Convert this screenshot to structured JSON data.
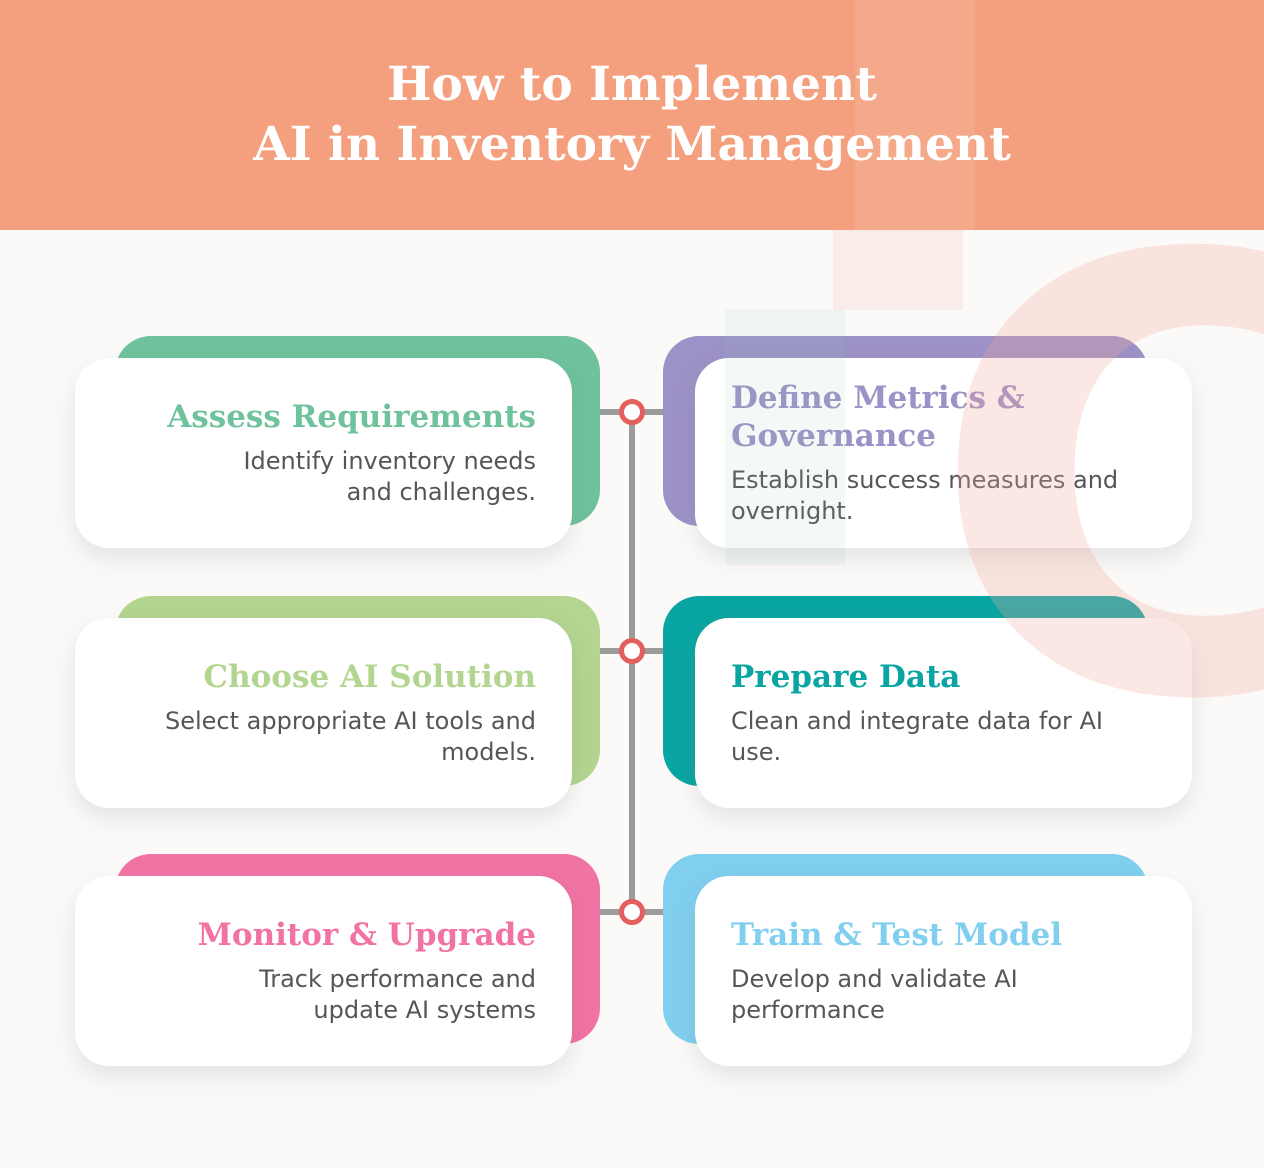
{
  "header": {
    "title_line1": "How to Implement",
    "title_line2": "AI in Inventory Management",
    "bg": "#F4A07E"
  },
  "steps": [
    {
      "title": "Assess Requirements",
      "description": "Identify inventory needs and challenges.",
      "accent": "#6EC29C",
      "side": "left"
    },
    {
      "title": "Define Metrics & Governance",
      "description": "Establish success measures and overnight.",
      "accent": "#9D92C7",
      "side": "right"
    },
    {
      "title": "Choose AI Solution",
      "description": "Select appropriate AI tools and models.",
      "accent": "#B2D58F",
      "side": "left"
    },
    {
      "title": "Prepare Data",
      "description": "Clean and integrate data for AI use.",
      "accent": "#09A5A2",
      "side": "right"
    },
    {
      "title": "Monitor & Upgrade",
      "description": "Track performance and update AI systems",
      "accent": "#F173A3",
      "side": "left"
    },
    {
      "title": "Train & Test Model",
      "description": "Develop and validate AI performance",
      "accent": "#81CFEF",
      "side": "right"
    }
  ],
  "connector": {
    "line_color": "#9B9B9B",
    "node_border": "#E2605E",
    "node_fill": "#FFFFFF"
  },
  "watermark": {
    "letter": "C",
    "color": "rgba(242,170,158,0.28)"
  },
  "page_bg": "#FCFAF8",
  "body_text_color": "#56565A"
}
